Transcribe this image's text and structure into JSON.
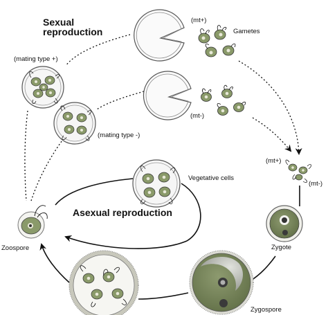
{
  "diagram": {
    "sexual_title_line1": "Sexual",
    "sexual_title_line2": "reproduction",
    "asexual_title": "Asexual reproduction",
    "labels": {
      "gametes": "Gametes",
      "mt_plus": "(mt+)",
      "mt_minus": "(mt-)",
      "mating_plus": "(mating type +)",
      "mating_minus": "(mating type -)",
      "mt_plus_fused": "(mt+)",
      "mt_minus_fused": "(mt-)",
      "vegetative": "Vegetative cells",
      "zygote": "Zygote",
      "zygospore": "Zygospore",
      "zoospore": "Zoospore"
    },
    "colors": {
      "cell_green": "#8a9a6a",
      "cell_dark": "#5a6a45",
      "nucleus": "#e8e8d8",
      "spore_dark": "#6e7c52",
      "line": "#111111"
    }
  }
}
